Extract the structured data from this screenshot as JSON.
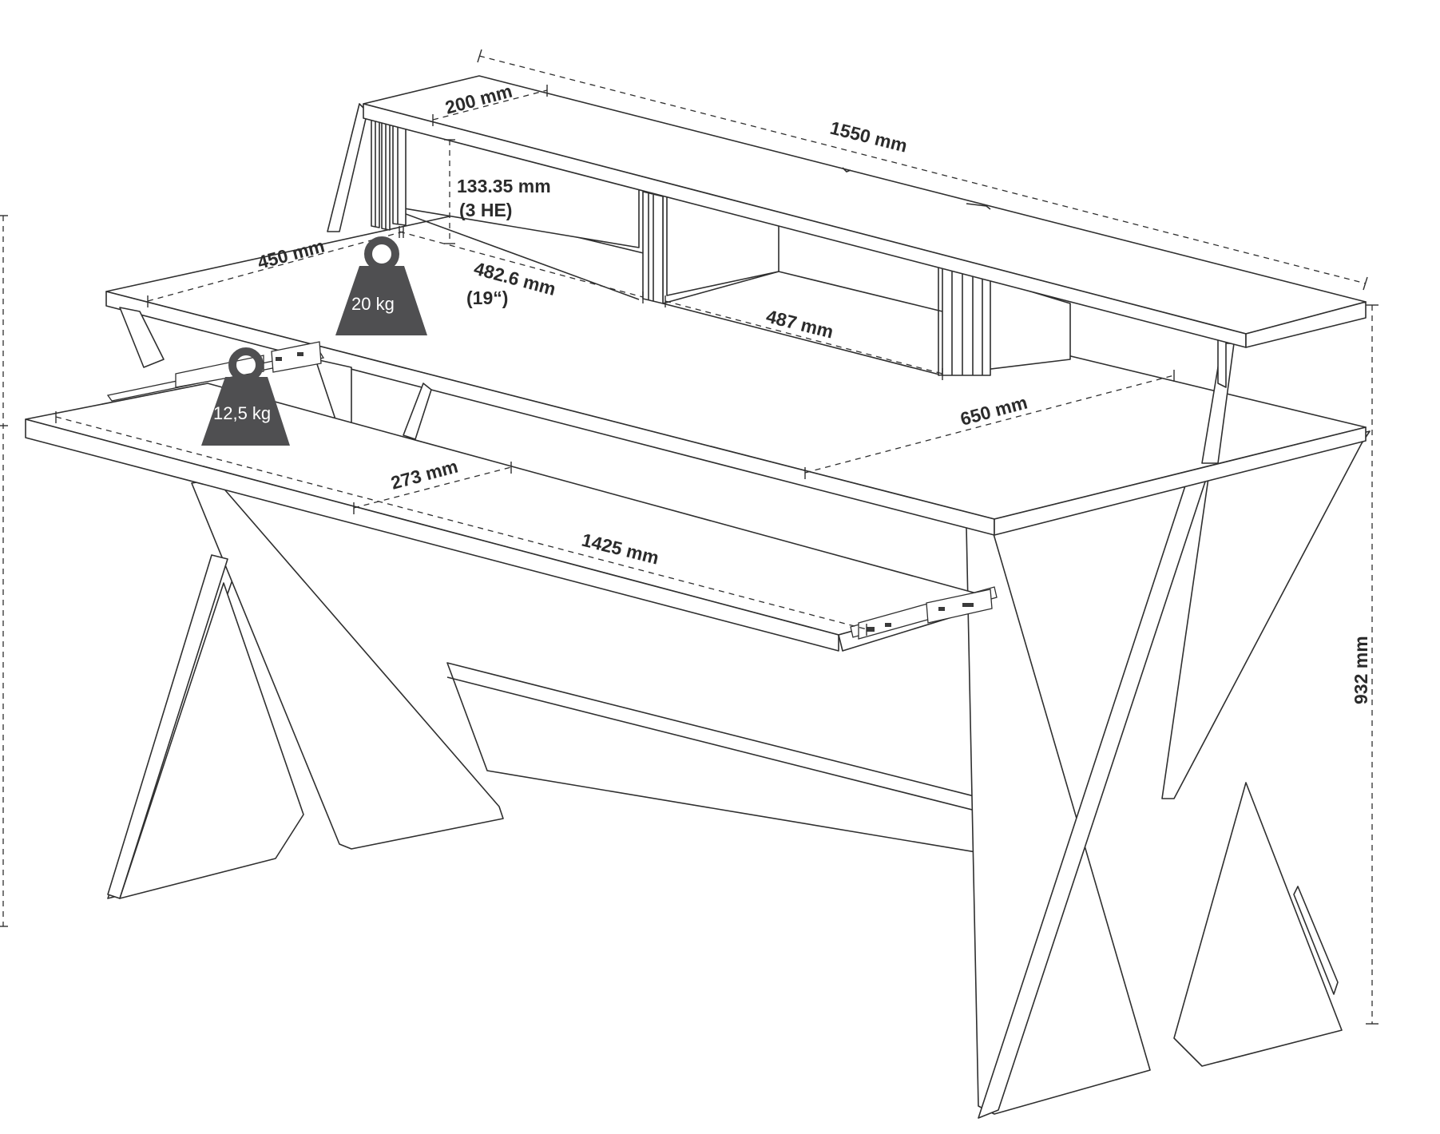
{
  "dimensions": {
    "width_total": "1550 mm",
    "riser_depth": "200 mm",
    "rack_height": "133.35 mm",
    "rack_height_units": "(3 HE)",
    "rack_width": "482.6 mm",
    "rack_width_inches": "(19“)",
    "side_depth": "450 mm",
    "middle_compartment": "487 mm",
    "desk_depth": "650 mm",
    "tray_depth": "273 mm",
    "tray_width": "1425 mm",
    "height_total": "932 mm"
  },
  "loads": {
    "rack_load": "20 kg",
    "tray_load": "12,5 kg"
  },
  "colors": {
    "line": "#2f2f2f",
    "weight_fill": "#4f4f51",
    "background": "#ffffff"
  }
}
